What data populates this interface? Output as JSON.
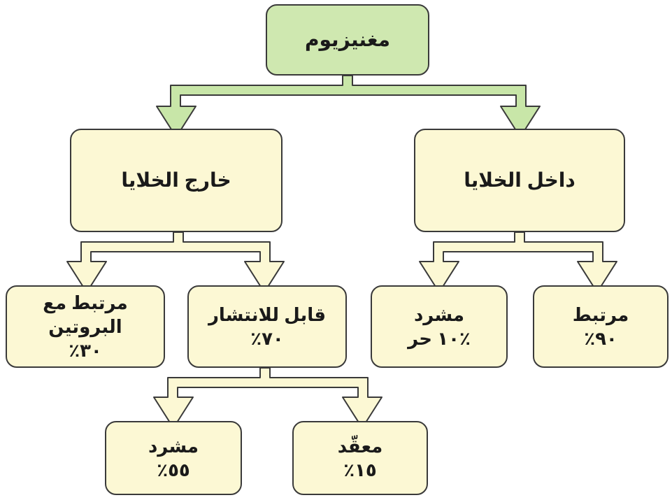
{
  "diagram": {
    "colors": {
      "root_fill": "#cfe8b0",
      "node_fill": "#fcf8d4",
      "border": "#3a3a3a",
      "root_arrow_fill": "#c8e6a8",
      "arrow_fill": "#fcf8d4"
    },
    "nodes": {
      "root": {
        "label": "مغنيزيوم"
      },
      "extracellular": {
        "label": "خارج الخلايا"
      },
      "intracellular": {
        "label": "داخل الخلايا"
      },
      "protein_bound": {
        "label": "مرتبط مع البروتين",
        "value": "٪٣٠"
      },
      "diffusible": {
        "label": "قابل للانتشار",
        "value": "٪٧٠"
      },
      "intra_chelated": {
        "label": "مشرد",
        "value": "٪١٠ حر"
      },
      "intra_bound": {
        "label": "مرتبط",
        "value": "٪٩٠"
      },
      "diff_chelated": {
        "label": "مشرد",
        "value": "٪٥٥"
      },
      "complexed": {
        "label": "معقّد",
        "value": "٪١٥"
      }
    }
  }
}
